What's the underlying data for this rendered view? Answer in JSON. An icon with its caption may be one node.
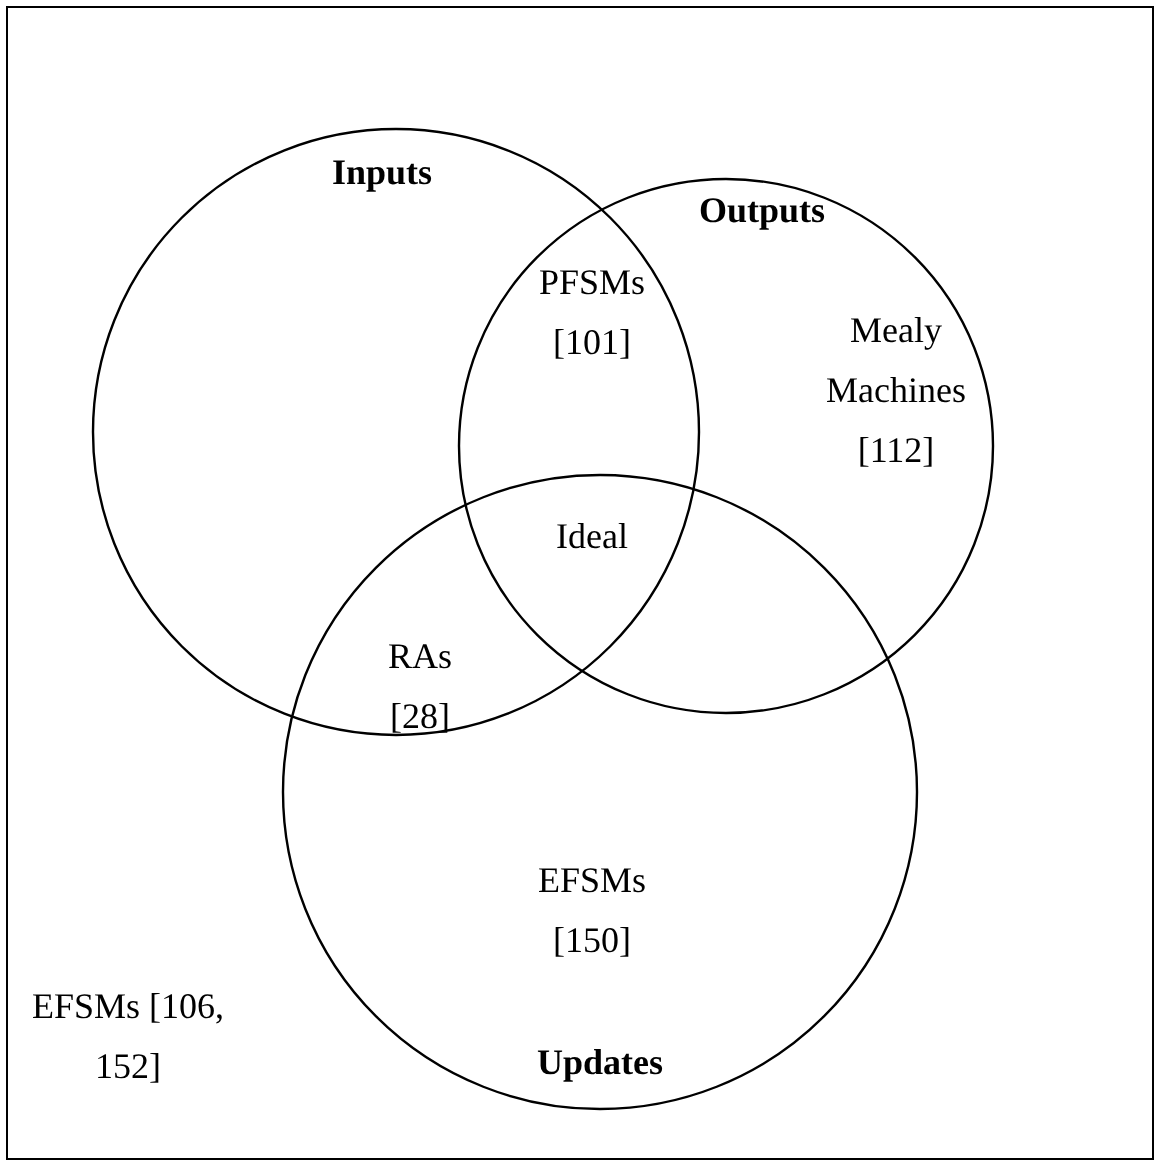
{
  "diagram": {
    "nodes": [
      {
        "text": [
          "EFSMs [106, 152]"
        ]
      },
      {
        "text": [
          "Inputs"
        ],
        "in": 0
      },
      {
        "text": [
          "Outputs"
        ],
        "in": 0
      },
      {
        "text": [
          "Updates"
        ],
        "in": 0
      }
    ],
    "labels": [
      "PFSMs [101]",
      "Mealy Machines [112]",
      "Ideal",
      "RAs [28]",
      "EFSMs [150]"
    ]
  }
}
